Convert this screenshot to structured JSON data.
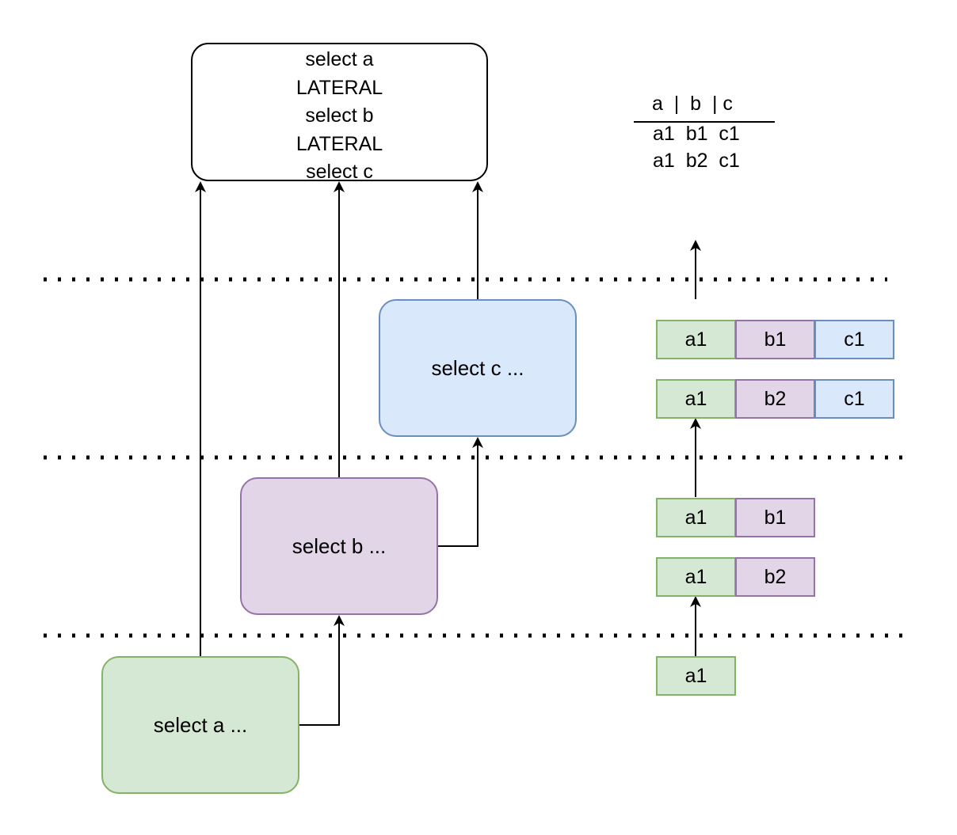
{
  "query_box": {
    "lines": [
      "select a",
      "LATERAL",
      "select b",
      "LATERAL",
      "select c"
    ]
  },
  "subqueries": {
    "a": "select a ...",
    "b": "select b ...",
    "c": "select c ..."
  },
  "result_table": {
    "header": "a  |  b  | c",
    "rows": [
      "a1  b1  c1",
      "a1  b2  c1"
    ]
  },
  "rows_stage_c": [
    [
      "a1",
      "b1",
      "c1"
    ],
    [
      "a1",
      "b2",
      "c1"
    ]
  ],
  "rows_stage_b": [
    [
      "a1",
      "b1"
    ],
    [
      "a1",
      "b2"
    ]
  ],
  "rows_stage_a": [
    [
      "a1"
    ]
  ],
  "colors": {
    "green_fill": "#d5e8d4",
    "green_stroke": "#82b366",
    "purple_fill": "#e1d5e7",
    "purple_stroke": "#9673a6",
    "blue_fill": "#dae8fc",
    "blue_stroke": "#6c8ebf"
  }
}
